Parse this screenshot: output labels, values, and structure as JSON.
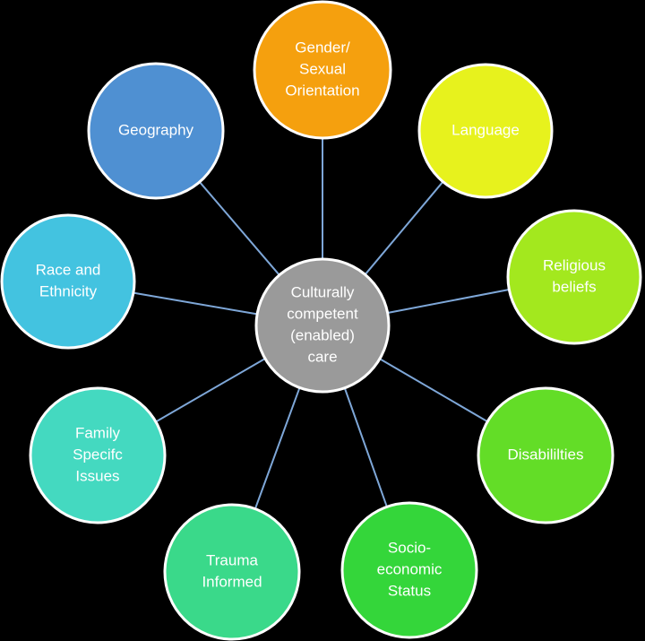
{
  "center": {
    "lines": [
      "Culturally",
      "competent",
      "(enabled)",
      "care"
    ],
    "color": "#9a9a9a"
  },
  "nodes": [
    {
      "id": "gender-sexual-orientation",
      "lines": [
        "Gender/",
        "Sexual",
        "Orientation"
      ],
      "color": "#f5a00e"
    },
    {
      "id": "language",
      "lines": [
        "Language"
      ],
      "color": "#e7f21d"
    },
    {
      "id": "religious-beliefs",
      "lines": [
        "Religious",
        "beliefs"
      ],
      "color": "#a3e81e"
    },
    {
      "id": "disabilities",
      "lines": [
        "Disabililties"
      ],
      "color": "#63dd27"
    },
    {
      "id": "socio-economic-status",
      "lines": [
        "Socio-",
        "economic",
        "Status"
      ],
      "color": "#34d63a"
    },
    {
      "id": "trauma-informed",
      "lines": [
        "Trauma",
        "Informed"
      ],
      "color": "#3ad98a"
    },
    {
      "id": "family-specific-issues",
      "lines": [
        "Family",
        "Specifc",
        "Issues"
      ],
      "color": "#44d9c0"
    },
    {
      "id": "race-and-ethnicity",
      "lines": [
        "Race and",
        "Ethnicity"
      ],
      "color": "#43c3e0"
    },
    {
      "id": "geography",
      "lines": [
        "Geography"
      ],
      "color": "#4f90d2"
    }
  ]
}
